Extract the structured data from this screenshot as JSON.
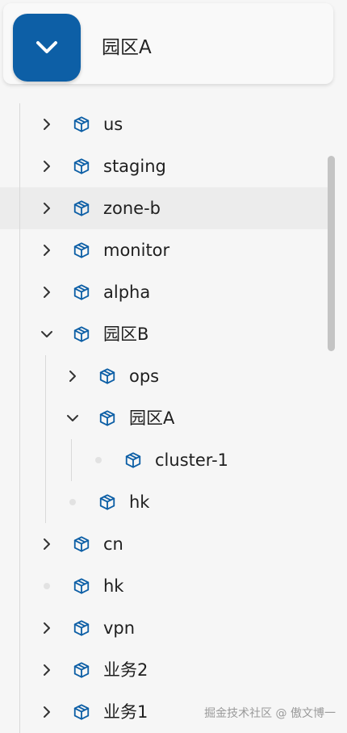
{
  "header": {
    "title": "园区A",
    "collapse_icon": "chevron-down-icon",
    "accent": "#0d5fa6"
  },
  "tree": {
    "icon": "cube-icon",
    "icon_color": "#0d5fa6",
    "rows": [
      {
        "label": "us",
        "depth": 0,
        "toggle": "collapsed",
        "hovered": false
      },
      {
        "label": "staging",
        "depth": 0,
        "toggle": "collapsed",
        "hovered": false
      },
      {
        "label": "zone-b",
        "depth": 0,
        "toggle": "collapsed",
        "hovered": true
      },
      {
        "label": "monitor",
        "depth": 0,
        "toggle": "collapsed",
        "hovered": false
      },
      {
        "label": "alpha",
        "depth": 0,
        "toggle": "collapsed",
        "hovered": false
      },
      {
        "label": "园区B",
        "depth": 0,
        "toggle": "expanded",
        "hovered": false
      },
      {
        "label": "ops",
        "depth": 1,
        "toggle": "collapsed",
        "hovered": false
      },
      {
        "label": "园区A",
        "depth": 1,
        "toggle": "expanded",
        "hovered": false
      },
      {
        "label": "cluster-1",
        "depth": 2,
        "toggle": "leaf",
        "hovered": false
      },
      {
        "label": "hk",
        "depth": 1,
        "toggle": "leaf",
        "hovered": false
      },
      {
        "label": "cn",
        "depth": 0,
        "toggle": "collapsed",
        "hovered": false
      },
      {
        "label": "hk",
        "depth": 0,
        "toggle": "leaf",
        "hovered": false
      },
      {
        "label": "vpn",
        "depth": 0,
        "toggle": "collapsed",
        "hovered": false
      },
      {
        "label": "业务2",
        "depth": 0,
        "toggle": "collapsed",
        "hovered": false
      },
      {
        "label": "业务1",
        "depth": 0,
        "toggle": "collapsed",
        "hovered": false
      }
    ]
  },
  "watermark": "掘金技术社区 @ 傲文博一"
}
